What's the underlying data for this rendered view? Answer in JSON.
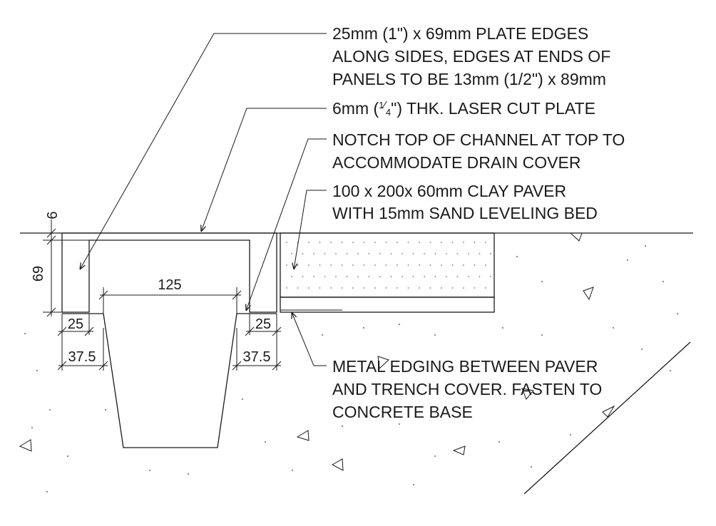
{
  "notes": {
    "plate_edges": {
      "line1": "25mm (1\") x 69mm PLATE EDGES",
      "line2": "ALONG SIDES, EDGES AT ENDS OF",
      "line3": "PANELS TO BE 13mm (1/2\") x 89mm"
    },
    "laser_plate": {
      "before": "6mm (",
      "frac_num": "1",
      "frac_den": "4",
      "after": "\") THK. LASER CUT PLATE"
    },
    "notch": {
      "line1": "NOTCH TOP OF CHANNEL AT TOP TO",
      "line2": "ACCOMMODATE DRAIN COVER"
    },
    "paver": {
      "line1": "100 x 200x 60mm CLAY PAVER",
      "line2": "WITH 15mm SAND LEVELING BED"
    },
    "edging": {
      "line1": "METAL EDGING BETWEEN PAVER",
      "line2": "AND TRENCH COVER. FASTEN TO",
      "line3": "CONCRETE BASE"
    }
  },
  "dimensions": {
    "plate_thickness": "6",
    "edge_height": "69",
    "inner_width": "125",
    "left_edge_width": "25",
    "left_offset": "37.5",
    "right_edge_width": "25",
    "right_offset": "37.5"
  }
}
